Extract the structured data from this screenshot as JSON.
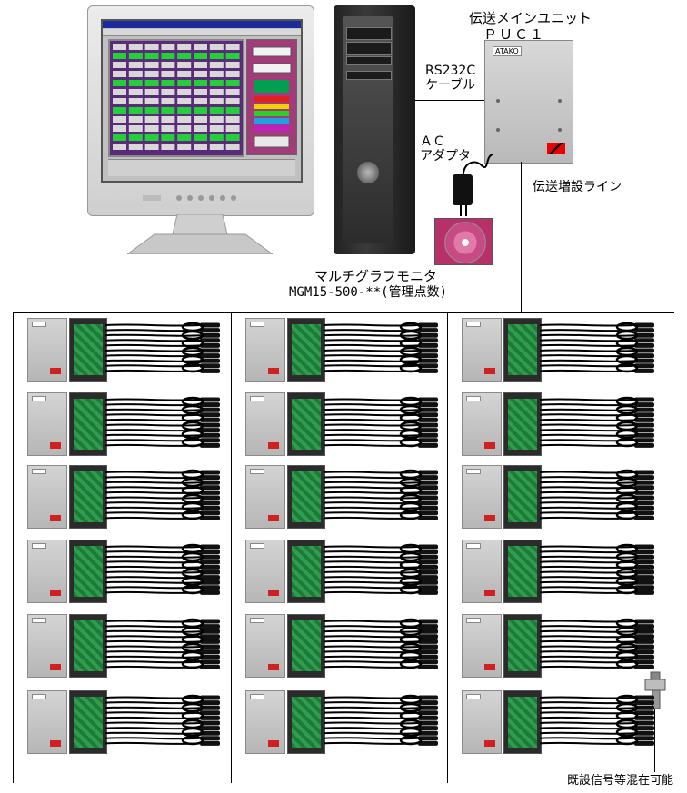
{
  "labels": {
    "main_unit_line1": "伝送メインユニット",
    "main_unit_line2": "ＰＵＣ１",
    "rs232c_line1": "RS232C",
    "rs232c_line2": "ケーブル",
    "ac_line1": "ＡＣ",
    "ac_line2": "アダプタ",
    "expansion_line": "伝送増設ライン",
    "monitor_name": "マルチグラフモニタ",
    "monitor_model": "MGM15-500-**(管理点数)",
    "existing_signal": "既設信号等混在可能"
  },
  "device_brand": "ATAKO",
  "grid": {
    "columns": 3,
    "rows_per_column": 6
  }
}
